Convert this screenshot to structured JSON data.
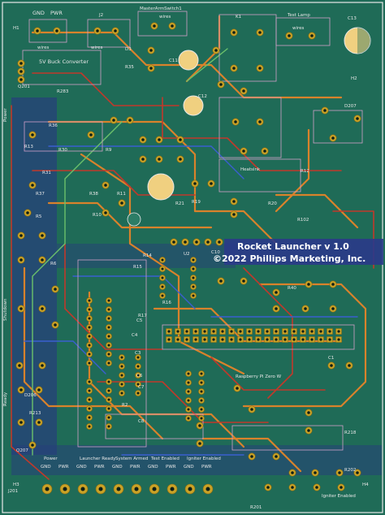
{
  "board": {
    "title_line1": "Rocket Launcher v 1.0",
    "title_line2": "©2022 Phillips Marketing, Inc.",
    "sub_label": "Raspberry Pi Zero W"
  },
  "top_labels": {
    "gnd": "GND",
    "pwr": "PWR",
    "h1": "H1",
    "j2": "J2",
    "master_arm_switch": "MasterArmSwitch1",
    "k1": "K1",
    "test_lamp": "Test Lamp",
    "c13": "C13",
    "wires_a": "wires",
    "wires_b": "wires",
    "wires_c": "wires",
    "wires_d": "wires",
    "buck": "5V Buck Converter",
    "d3": "D3",
    "r35": "R35",
    "c11": "C11",
    "c12": "C12",
    "r283": "R283",
    "q201": "Q201",
    "heatsink": "Heatsink",
    "h2": "H2",
    "d207": "D207"
  },
  "mid_labels": [
    "R36",
    "R30",
    "R31",
    "R37",
    "R38",
    "R13",
    "R9",
    "R11",
    "R10",
    "R21",
    "R19",
    "R20",
    "R12",
    "R102",
    "R14",
    "R16",
    "R17",
    "R40",
    "R5",
    "R6",
    "R15",
    "C10",
    "U2",
    "C1",
    "R2",
    "C8",
    "C7",
    "C6",
    "C3",
    "C4",
    "C5",
    "D206",
    "R213",
    "Q207"
  ],
  "bottom": {
    "col_labels": [
      "Power",
      "Launcher Ready",
      "System Armed",
      "Test Enabled",
      "Igniter Enabled"
    ],
    "pin_labels": [
      "GND",
      "PWR",
      "GND",
      "PWR",
      "GND",
      "PWR",
      "GND",
      "PWR",
      "GND",
      "PWR"
    ],
    "j201": "J201",
    "h3": "H3",
    "h4": "H4",
    "r218": "R218",
    "r201": "R201",
    "r202": "R202",
    "ready_side": "Ready",
    "shutdown_side": "Shutdown",
    "igniter_enabled": "Igniter Enabled",
    "power_side": "Power"
  },
  "colors": {
    "board": "#1f6b57",
    "copper_orange": "#d9822b",
    "copper_red": "#c0392b",
    "copper_blue": "#3050b0",
    "copper_green": "#6bc16b",
    "pad": "#c9a227",
    "title_bg": "#2a3a8a"
  }
}
